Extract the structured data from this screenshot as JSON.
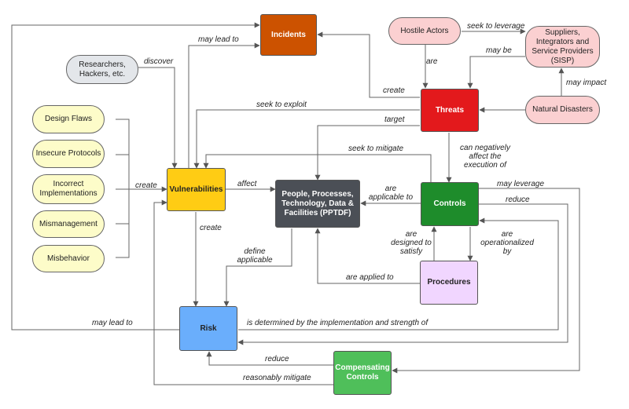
{
  "colors": {
    "incidents": "#cc5200",
    "threats": "#e3191c",
    "vulnerabilities": "#ffcc14",
    "pptdf": "#4b4f56",
    "controls": "#1e8c2b",
    "procedures": "#f1d6ff",
    "risk": "#6aaefc",
    "compensating": "#4fbf5a",
    "pill_yellow": "#fdfcc9",
    "pill_pink": "#fbd0d1",
    "pill_gray": "#e3e6ea",
    "line": "#555555"
  },
  "nodes": {
    "incidents": "Incidents",
    "threats": "Threats",
    "vulnerabilities": "Vulnerabilities",
    "pptdf": "People, Processes, Technology, Data & Facilities (PPTDF)",
    "controls": "Controls",
    "procedures": "Procedures",
    "risk": "Risk",
    "compensating": "Compensating Controls",
    "hostile_actors": "Hostile Actors",
    "suppliers": "Suppliers, Integrators and Service Providers (SISP)",
    "natural_disasters": "Natural Disasters",
    "researchers": "Researchers, Hackers, etc.",
    "design_flaws": "Design Flaws",
    "insecure_protocols": "Insecure Protocols",
    "incorrect_impl": "Incorrect Implementations",
    "mismanagement": "Mismanagement",
    "misbehavior": "Misbehavior"
  },
  "labels": {
    "may_lead_to_top": "may lead to",
    "discover": "discover",
    "seek_to_leverage": "seek to leverage",
    "are": "are",
    "may_be": "may be",
    "may_impact": "may impact",
    "create_threats": "create",
    "seek_to_exploit": "seek to exploit",
    "target": "target",
    "can_negatively": "can negatively affect the execution of",
    "seek_to_mitigate": "seek to mitigate",
    "create_left": "create",
    "affect": "affect",
    "are_applicable_to": "are applicable to",
    "may_leverage": "may leverage",
    "reduce_right": "reduce",
    "create_vuln": "create",
    "define_applicable": "define applicable",
    "are_designed": "are designed to satisfy",
    "are_operationalized": "are operationalized by",
    "are_applied_to": "are applied to",
    "may_lead_to_bottom": "may lead to",
    "is_determined": "is determined by the implementation and strength of",
    "reduce_bottom": "reduce",
    "reasonably_mitigate": "reasonably mitigate"
  }
}
